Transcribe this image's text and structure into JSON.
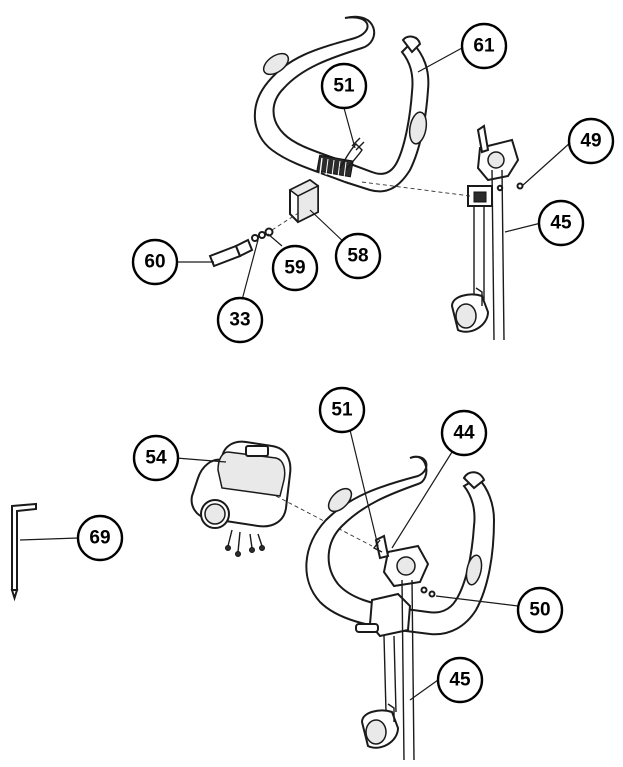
{
  "diagram": {
    "callouts": [
      {
        "id": "c61",
        "label": "61"
      },
      {
        "id": "c51a",
        "label": "51"
      },
      {
        "id": "c49",
        "label": "49"
      },
      {
        "id": "c45a",
        "label": "45"
      },
      {
        "id": "c60",
        "label": "60"
      },
      {
        "id": "c59",
        "label": "59"
      },
      {
        "id": "c58",
        "label": "58"
      },
      {
        "id": "c33",
        "label": "33"
      },
      {
        "id": "c51b",
        "label": "51"
      },
      {
        "id": "c44",
        "label": "44"
      },
      {
        "id": "c54",
        "label": "54"
      },
      {
        "id": "c69",
        "label": "69"
      },
      {
        "id": "c50",
        "label": "50"
      },
      {
        "id": "c45b",
        "label": "45"
      }
    ]
  }
}
